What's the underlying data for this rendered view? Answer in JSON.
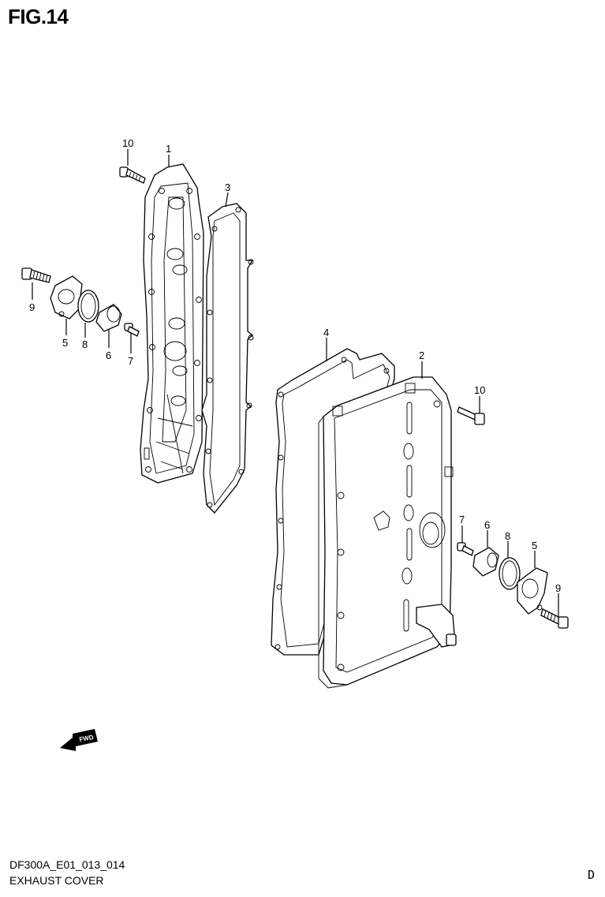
{
  "figure": {
    "title": "FIG.14"
  },
  "callouts": {
    "c10a": "10",
    "c1": "1",
    "c3": "3",
    "c9a": "9",
    "c5a": "5",
    "c8a": "8",
    "c6a": "6",
    "c7a": "7",
    "c4": "4",
    "c2": "2",
    "c10b": "10",
    "c7b": "7",
    "c6b": "6",
    "c8b": "8",
    "c5b": "5",
    "c9b": "9"
  },
  "fwd_badge": {
    "label": "FWD"
  },
  "footer": {
    "code": "DF300A_E01_013_014",
    "name": "EXHAUST COVER",
    "page_letter": "D"
  }
}
